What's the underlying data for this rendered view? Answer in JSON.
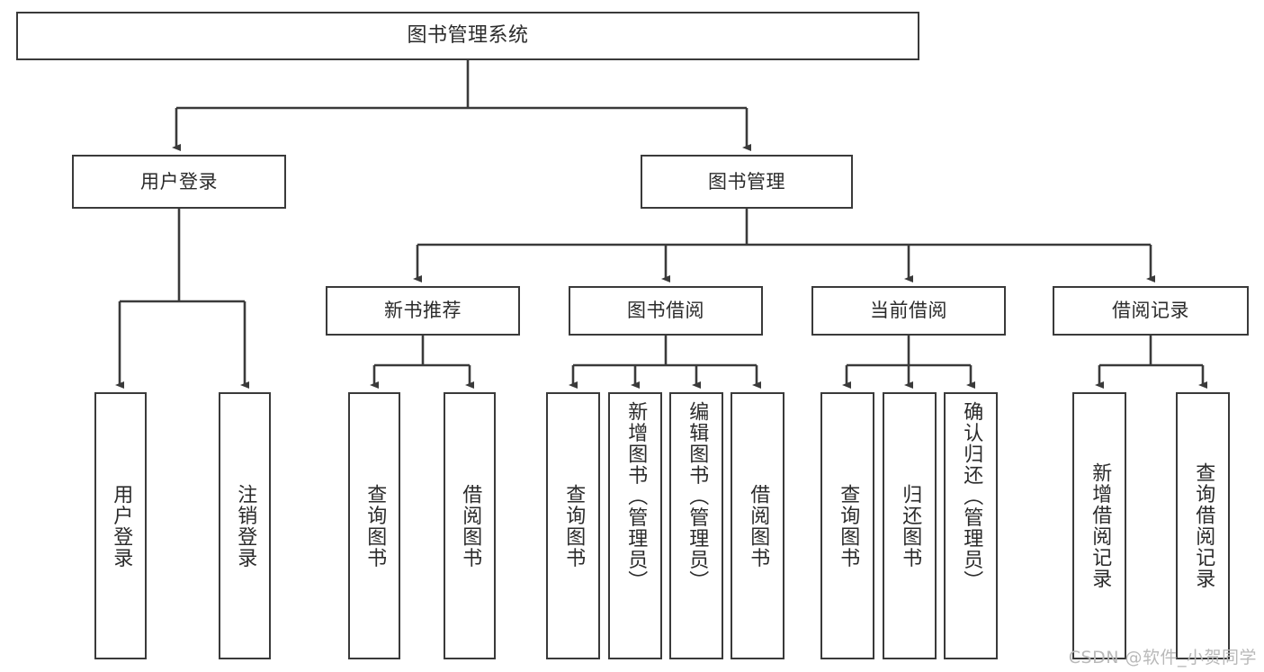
{
  "diagram": {
    "title": "图书管理系统",
    "watermark": "CSDN @软件_小贺同学",
    "line_color": "#3a3a3a",
    "box_fill": "#ffffff",
    "text_color": "#2b2b2b",
    "watermark_color": "#b9b9b9"
  },
  "levels": {
    "root": {
      "label": "图书管理系统"
    },
    "level2": [
      {
        "label": "用户登录"
      },
      {
        "label": "图书管理"
      }
    ],
    "level3": [
      {
        "label": "新书推荐"
      },
      {
        "label": "图书借阅"
      },
      {
        "label": "当前借阅"
      },
      {
        "label": "借阅记录"
      }
    ],
    "leaves": {
      "user_login": [
        {
          "label": "用户登录"
        },
        {
          "label": "注销登录"
        }
      ],
      "new_book_recommend": [
        {
          "label": "查询图书"
        },
        {
          "label": "借阅图书"
        }
      ],
      "book_borrow": [
        {
          "label": "查询图书"
        },
        {
          "label": "新增图书（管理员）"
        },
        {
          "label": "编辑图书（管理员）"
        },
        {
          "label": "借阅图书"
        }
      ],
      "current_borrow": [
        {
          "label": "查询图书"
        },
        {
          "label": "归还图书"
        },
        {
          "label": "确认归还（管理员）"
        }
      ],
      "borrow_record": [
        {
          "label": "新增借阅记录"
        },
        {
          "label": "查询借阅记录"
        }
      ]
    }
  }
}
